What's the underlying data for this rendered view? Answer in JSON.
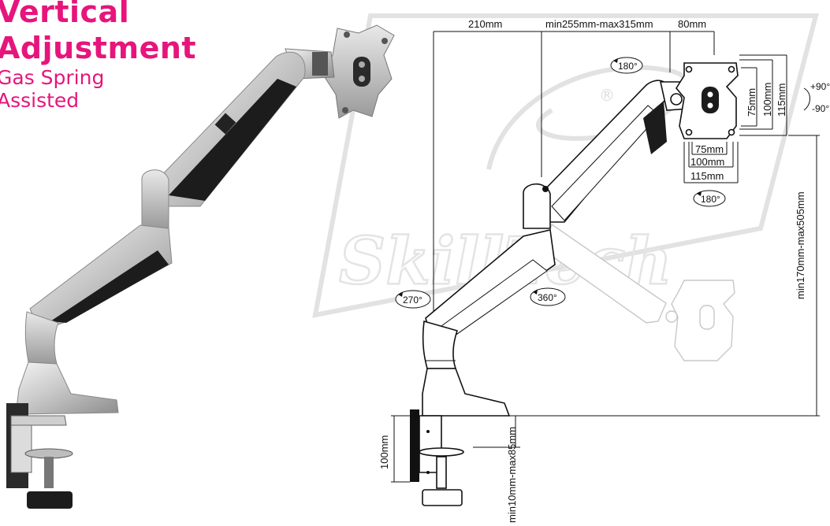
{
  "headline": {
    "title_line1": "Vertical",
    "title_line2": "Adjustment",
    "subtitle_line1": "Gas Spring",
    "subtitle_line2": "Assisted",
    "accent_color": "#e6157c"
  },
  "watermark": {
    "text": "SkillTech",
    "registered_mark": "®"
  },
  "dimensions": {
    "top_reach_1": "210mm",
    "top_reach_2": "min255mm-max315mm",
    "top_reach_3": "80mm",
    "vesa_h_75": "75mm",
    "vesa_h_100": "100mm",
    "vesa_h_115": "115mm",
    "vesa_v_75": "75mm",
    "vesa_v_100": "100mm",
    "vesa_v_115": "115mm",
    "tilt_up": "+90°",
    "tilt_down": "-90°",
    "height_range": "min170mm-max505mm",
    "clamp_height": "100mm",
    "desk_thickness": "min10mm-max85mm"
  },
  "rotations": {
    "head_swivel_top": "180°",
    "head_swivel_bottom": "180°",
    "base_rotation": "270°",
    "arm_rotation": "360°"
  },
  "icons": {
    "logo": "skilltech-logo-icon"
  }
}
